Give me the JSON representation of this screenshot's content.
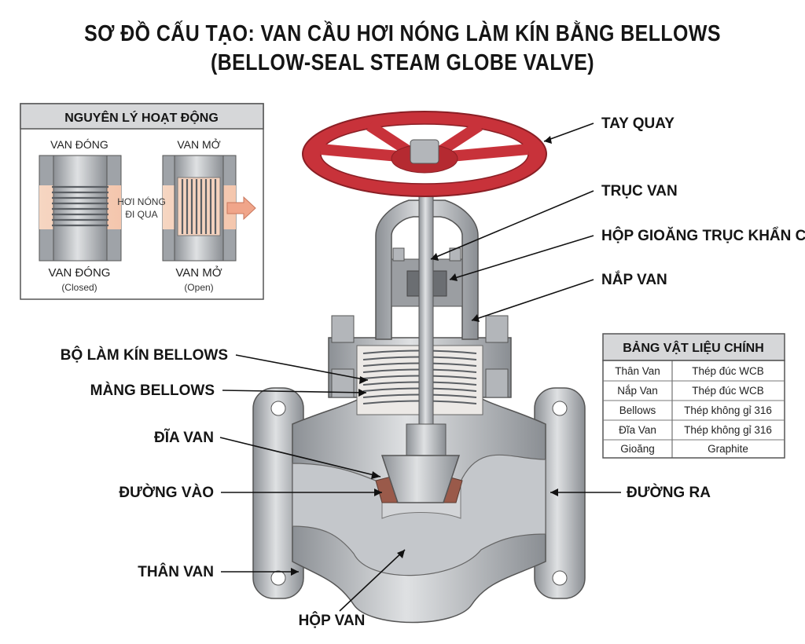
{
  "title": {
    "line1": "SƠ ĐỒ CẤU TẠO: VAN CẦU HƠI NÓNG LÀM KÍN BẰNG BELLOWS",
    "line2": "(BELLOW-SEAL STEAM GLOBE VALVE)"
  },
  "principle": {
    "heading": "NGUYÊN LÝ HOẠT ĐỘNG",
    "closed_top": "VAN ĐÓNG",
    "open_top": "VAN MỞ",
    "flow_line1": "HƠI NÓNG",
    "flow_line2": "ĐI QUA",
    "closed_bottom": "VAN ĐÓNG",
    "closed_sub": "(Closed)",
    "open_bottom": "VAN MỞ",
    "open_sub": "(Open)"
  },
  "labels": {
    "handwheel": "TAY QUAY",
    "stem": "TRỤC VAN",
    "packing": "HỘP GIOĂNG TRỤC KHẨN CẤP",
    "bonnet": "NẮP VAN",
    "bellows_seal": "BỘ LÀM KÍN BELLOWS",
    "bellows_membrane": "MÀNG BELLOWS",
    "disc": "ĐĨA VAN",
    "inlet": "ĐƯỜNG VÀO",
    "outlet": "ĐƯỜNG RA",
    "body": "THÂN VAN",
    "chamber": "HỘP VAN"
  },
  "materials": {
    "heading": "BẢNG VẬT LIỆU CHÍNH",
    "rows": [
      {
        "part": "Thân Van",
        "material": "Thép đúc WCB"
      },
      {
        "part": "Nắp Van",
        "material": "Thép đúc WCB"
      },
      {
        "part": "Bellows",
        "material": "Thép không gỉ 316"
      },
      {
        "part": "Đĩa Van",
        "material": "Thép không gỉ 316"
      },
      {
        "part": "Gioăng",
        "material": "Graphite"
      }
    ]
  },
  "colors": {
    "handwheel": "#c8323a",
    "metal": "#b9bcc0",
    "metal_dark": "#6f7378",
    "steam": "#f2c9b0",
    "arrow": "#f0a58a",
    "seat": "#9a5a4a"
  }
}
